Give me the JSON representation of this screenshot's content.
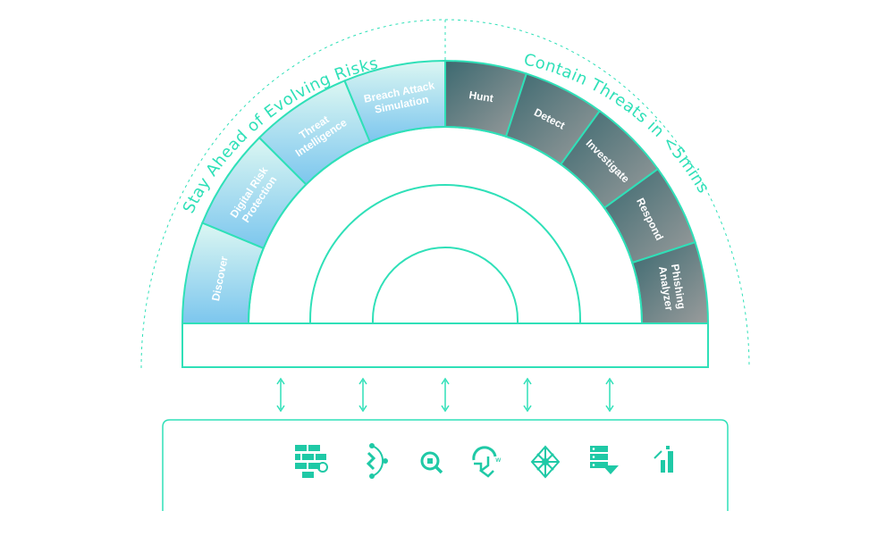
{
  "diagram": {
    "left_title": "Stay Ahead of Evolving Risks",
    "right_title": "Contain Threats in <5mins",
    "left_segments": [
      {
        "label_lines": [
          "Discover"
        ]
      },
      {
        "label_lines": [
          "Digital Risk",
          "Protection"
        ]
      },
      {
        "label_lines": [
          "Threat",
          "Intelligence"
        ]
      },
      {
        "label_lines": [
          "Breach Attack",
          "Simulation"
        ]
      }
    ],
    "right_segments": [
      {
        "label_lines": [
          "Hunt"
        ]
      },
      {
        "label_lines": [
          "Detect"
        ]
      },
      {
        "label_lines": [
          "Investigate"
        ]
      },
      {
        "label_lines": [
          "Respond"
        ]
      },
      {
        "label_lines": [
          "Phishing",
          "Analyzer"
        ]
      }
    ],
    "integrations": [
      {
        "icon": "firewall-icon"
      },
      {
        "icon": "endpoint-network-icon"
      },
      {
        "icon": "search-scan-icon"
      },
      {
        "icon": "cloud-network-icon"
      },
      {
        "icon": "mesh-network-icon"
      },
      {
        "icon": "server-download-icon"
      },
      {
        "icon": "analytics-chart-icon"
      }
    ],
    "colors": {
      "accent": "#2fe0b8",
      "left_fill_top": "#d9f6f1",
      "left_fill_bottom": "#7fc8ee",
      "right_fill_dark": "#3e6a72",
      "right_fill_light": "#8c9597"
    }
  }
}
